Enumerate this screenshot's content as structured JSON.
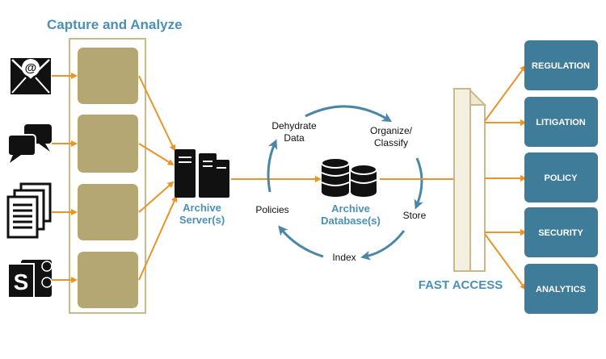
{
  "title": "Capture and Analyze",
  "server_label": [
    "Archive",
    "Server(s)"
  ],
  "database_label": [
    "Archive",
    "Database(s)"
  ],
  "cycle_labels": {
    "dehydrate": [
      "Dehydrate",
      "Data"
    ],
    "organize": [
      "Organize/",
      "Classify"
    ],
    "store": "Store",
    "index": "Index",
    "policies": "Policies"
  },
  "fast_access": "FAST ACCESS",
  "categories": [
    "REGULATION",
    "LITIGATION",
    "POLICY",
    "SECURITY",
    "ANALYTICS"
  ],
  "sources": [
    "email-icon",
    "chat-icon",
    "documents-icon",
    "sharepoint-icon"
  ],
  "colors": {
    "blue": "#4a86a8",
    "teal_text": "#4a90b8",
    "category_box": "#3f7c9a",
    "gold": "#b5a773",
    "orange": "#e8942a",
    "firewall_stroke": "#c9b98a",
    "cycle_arrow": "#4a86a8"
  }
}
